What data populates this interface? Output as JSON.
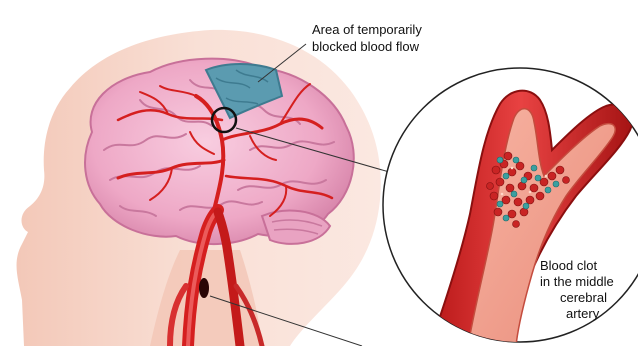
{
  "labels": {
    "blocked_area_line1": "Area of temporarily",
    "blocked_area_line2": "blocked blood flow",
    "clot_line1": "Blood clot",
    "clot_line2": "in the middle",
    "clot_line3": "cerebral",
    "clot_line4": "artery"
  },
  "colors": {
    "head_skin": "#f7d8cc",
    "brain": "#f1b7d0",
    "brain_shadow": "#c86f98",
    "blocked_area": "#5b9bb0",
    "artery": "#d51f1f",
    "artery_dark": "#9c1010",
    "clot_red": "#c92424",
    "clot_teal": "#3aa0a0"
  }
}
